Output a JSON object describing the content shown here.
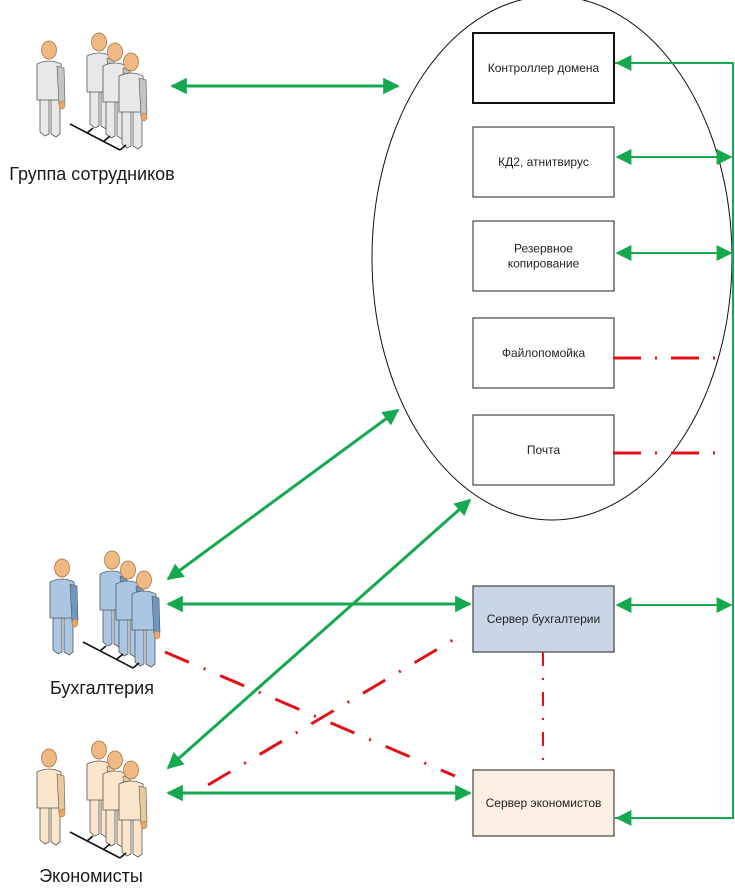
{
  "diagram": {
    "groups": [
      {
        "id": "staff",
        "label": "Группа сотрудников",
        "body_color": "#e8e8e8",
        "shade_color": "#c4c4c4"
      },
      {
        "id": "accounting",
        "label": "Бухгалтерия",
        "body_color": "#a9c7e2",
        "shade_color": "#6f98c0"
      },
      {
        "id": "economists",
        "label": "Экономисты",
        "body_color": "#fbe6cc",
        "shade_color": "#e8c89c"
      }
    ],
    "domain_servers": [
      {
        "id": "dc",
        "label": [
          "Контроллер домена"
        ]
      },
      {
        "id": "kd2",
        "label": [
          "КД2, атнитвирус"
        ]
      },
      {
        "id": "backup",
        "label": [
          "Резервное",
          "копирование"
        ]
      },
      {
        "id": "files",
        "label": [
          "Файлопомойка"
        ]
      },
      {
        "id": "mail",
        "label": [
          "Почта"
        ]
      }
    ],
    "servers": [
      {
        "id": "acc_server",
        "label": "Сервер бухгалтерии",
        "fill": "#c9d6e6"
      },
      {
        "id": "eco_server",
        "label": "Сервер экономистов",
        "fill": "#fdeee2"
      }
    ],
    "colors": {
      "link": "#14a84f",
      "restricted": "#e3101a",
      "outline": "#333333",
      "ellipse": "#111111"
    },
    "legend_semantics": {
      "solid_green": "allowed connection",
      "dash_dot_red": "restricted connection"
    }
  }
}
